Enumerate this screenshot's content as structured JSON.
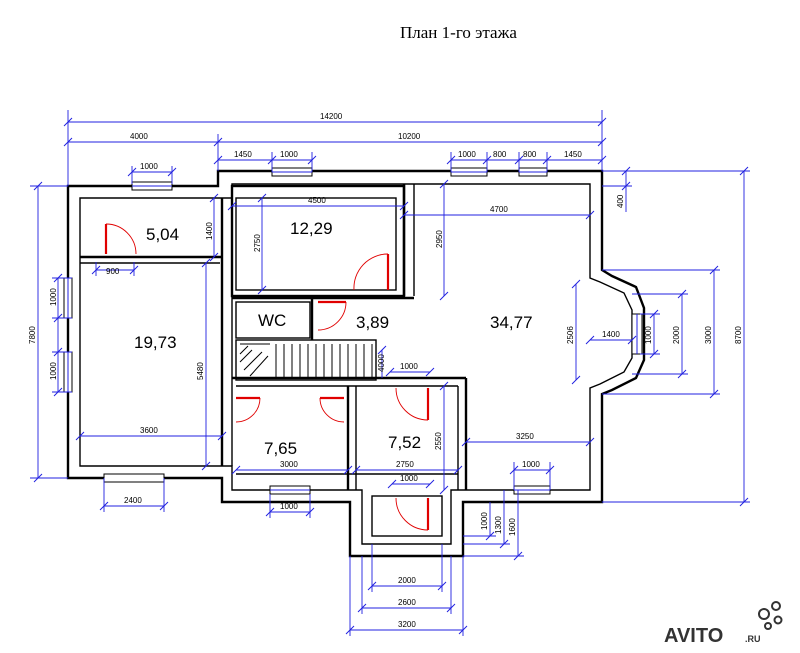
{
  "title": "План 1-го этажа",
  "rooms": {
    "r1": "5,04",
    "r2": "19,73",
    "r3": "12,29",
    "wc": "WC",
    "r4": "3,89",
    "r5": "34,77",
    "r6": "7,65",
    "r7": "7,52"
  },
  "dims": {
    "total_width": "14200",
    "w4000": "4000",
    "w10200": "10200",
    "w1450a": "1450",
    "w1000a": "1000",
    "w1000b": "1000",
    "w1000c": "1000",
    "w800a": "800",
    "w800b": "800",
    "w1450b": "1450",
    "w4500": "4500",
    "w4700": "4700",
    "h400": "400",
    "h1400": "1400",
    "w900": "900",
    "h2750": "2750",
    "h2950": "2950",
    "h1000a": "1000",
    "h1000b": "1000",
    "h7800": "7800",
    "h5480": "5480",
    "h2506": "2506",
    "w1400": "1400",
    "h1000c": "1000",
    "h2000": "2000",
    "h3000": "3000",
    "h8700": "8700",
    "h4000": "4000",
    "w1000d": "1000",
    "w3600": "3600",
    "h2550": "2550",
    "w3250": "3250",
    "w3000": "3000",
    "w2750": "2750",
    "w1000e": "1000",
    "w1000f": "1000",
    "w2400": "2400",
    "w1000g": "1000",
    "h1000d": "1000",
    "h1300": "1300",
    "h1600": "1600",
    "w2000": "2000",
    "w2600": "2600",
    "w3200": "3200"
  },
  "watermark": {
    "brand": "AVITO",
    "suffix": ".RU"
  }
}
